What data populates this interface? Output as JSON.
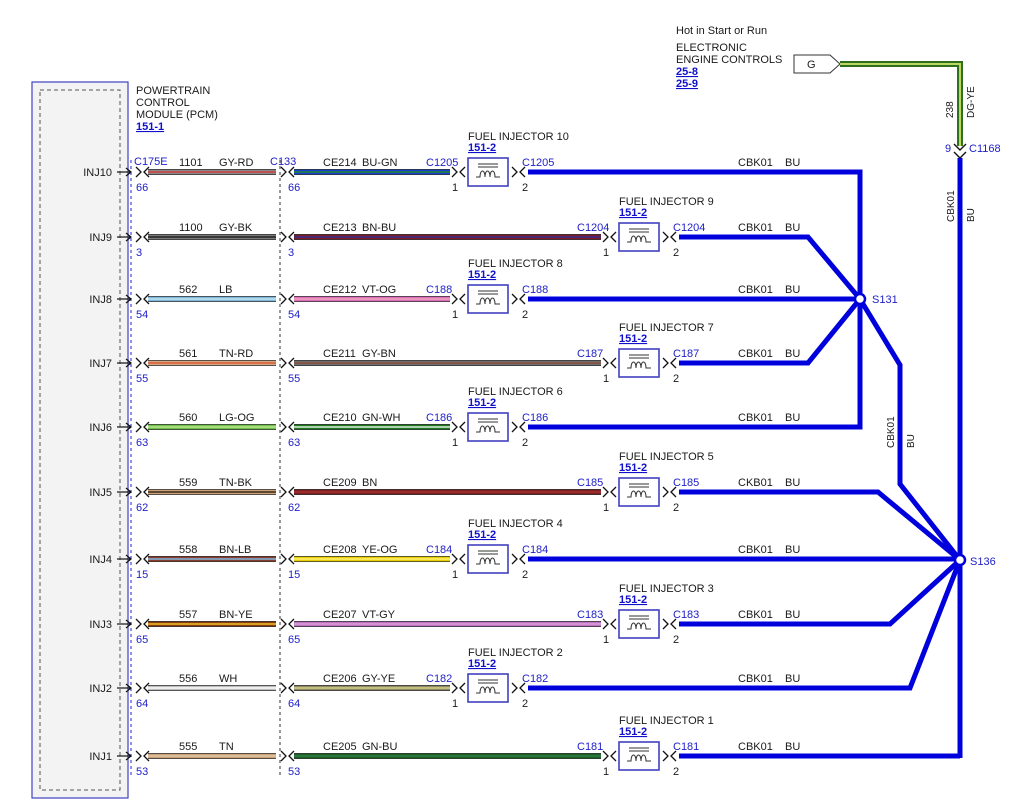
{
  "pcm": {
    "lines": [
      "POWERTRAIN",
      "CONTROL",
      "MODULE (PCM)"
    ],
    "ref": "151-1"
  },
  "header": {
    "hot": "Hot in Start or Run",
    "eec_lines": [
      "ELECTRONIC",
      "ENGINE CONTROLS"
    ],
    "refs": [
      "25-8",
      "25-9"
    ]
  },
  "connectors": {
    "pcm_conn": "C175E",
    "mid_conn": "C133",
    "top_conn": "C1168",
    "top_pin": "9",
    "g_label": "G"
  },
  "feed": {
    "circuit": "238",
    "color": "DG-YE",
    "vertical_circuit": "CBK01",
    "vertical_color": "BU",
    "diag_circuit": "CBK01",
    "diag_color": "BU"
  },
  "splices": {
    "s131": "S131",
    "s136": "S136"
  },
  "colors": {
    "blue": "#0000dd",
    "outline": "#4040c0",
    "pcm_fill": "#f3f3f3",
    "dg_ye_a": "#3f8f2f",
    "dg_ye_b": "#c8e06a"
  },
  "injector_ref": "151-2",
  "rows": [
    {
      "pin": "INJ10",
      "pcm_pin": "66",
      "c1": "1101",
      "c1_color": "GY-RD",
      "mid_pin": "66",
      "c2": "CE214",
      "c2_color": "BU-GN",
      "conn": "C1205",
      "injector": "FUEL INJECTOR 10",
      "out": "CBK01",
      "out_color": "BU"
    },
    {
      "pin": "INJ9",
      "pcm_pin": "3",
      "c1": "1100",
      "c1_color": "GY-BK",
      "mid_pin": "3",
      "c2": "CE213",
      "c2_color": "BN-BU",
      "conn": "C1204",
      "injector": "FUEL INJECTOR 9",
      "out": "CBK01",
      "out_color": "BU"
    },
    {
      "pin": "INJ8",
      "pcm_pin": "54",
      "c1": "562",
      "c1_color": "LB",
      "mid_pin": "54",
      "c2": "CE212",
      "c2_color": "VT-OG",
      "conn": "C188",
      "injector": "FUEL INJECTOR 8",
      "out": "CBK01",
      "out_color": "BU"
    },
    {
      "pin": "INJ7",
      "pcm_pin": "55",
      "c1": "561",
      "c1_color": "TN-RD",
      "mid_pin": "55",
      "c2": "CE211",
      "c2_color": "GY-BN",
      "conn": "C187",
      "injector": "FUEL INJECTOR 7",
      "out": "CBK01",
      "out_color": "BU"
    },
    {
      "pin": "INJ6",
      "pcm_pin": "63",
      "c1": "560",
      "c1_color": "LG-OG",
      "mid_pin": "63",
      "c2": "CE210",
      "c2_color": "GN-WH",
      "conn": "C186",
      "injector": "FUEL INJECTOR 6",
      "out": "CBK01",
      "out_color": "BU"
    },
    {
      "pin": "INJ5",
      "pcm_pin": "62",
      "c1": "559",
      "c1_color": "TN-BK",
      "mid_pin": "62",
      "c2": "CE209",
      "c2_color": "BN",
      "conn": "C185",
      "injector": "FUEL INJECTOR 5",
      "out": "CKB01",
      "out_color": "BU"
    },
    {
      "pin": "INJ4",
      "pcm_pin": "15",
      "c1": "558",
      "c1_color": "BN-LB",
      "mid_pin": "15",
      "c2": "CE208",
      "c2_color": "YE-OG",
      "conn": "C184",
      "injector": "FUEL INJECTOR 4",
      "out": "CBK01",
      "out_color": "BU"
    },
    {
      "pin": "INJ3",
      "pcm_pin": "65",
      "c1": "557",
      "c1_color": "BN-YE",
      "mid_pin": "65",
      "c2": "CE207",
      "c2_color": "VT-GY",
      "conn": "C183",
      "injector": "FUEL INJECTOR 3",
      "out": "CBK01",
      "out_color": "BU"
    },
    {
      "pin": "INJ2",
      "pcm_pin": "64",
      "c1": "556",
      "c1_color": "WH",
      "mid_pin": "64",
      "c2": "CE206",
      "c2_color": "GY-YE",
      "conn": "C182",
      "injector": "FUEL INJECTOR 2",
      "out": "CBK01",
      "out_color": "BU"
    },
    {
      "pin": "INJ1",
      "pcm_pin": "53",
      "c1": "555",
      "c1_color": "TN",
      "mid_pin": "53",
      "c2": "CE205",
      "c2_color": "GN-BU",
      "conn": "C181",
      "injector": "FUEL INJECTOR 1",
      "out": "CBK01",
      "out_color": "BU"
    }
  ]
}
